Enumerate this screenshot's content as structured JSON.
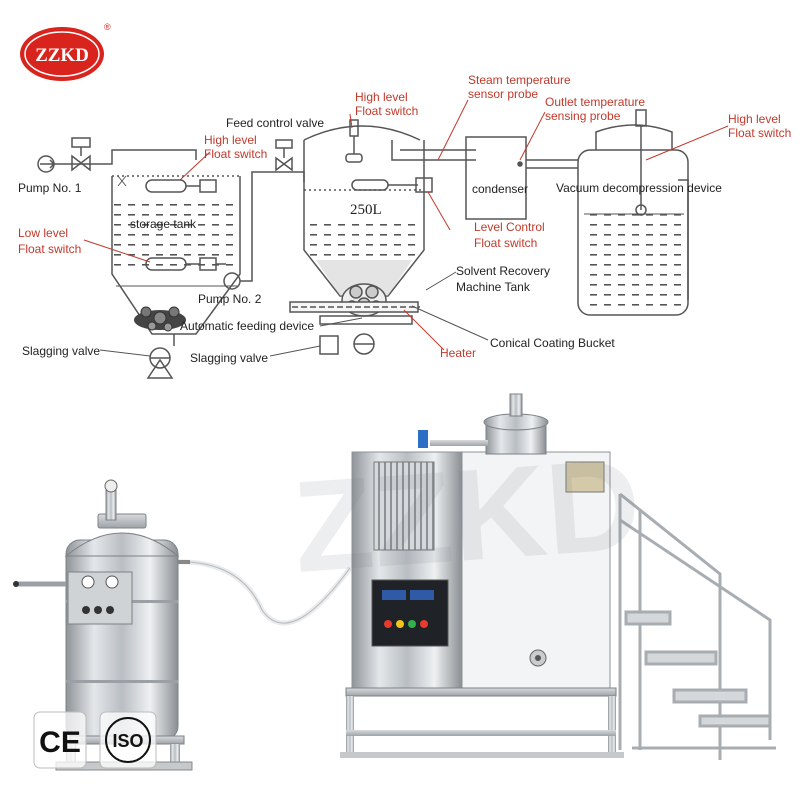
{
  "brand": {
    "logo_text": "ZZKD",
    "registered_mark": "®",
    "watermark": "ZZKD",
    "logo_color": "#d9231d"
  },
  "diagram": {
    "labels": {
      "pump_1": "Pump No. 1",
      "pump_2": "Pump No. 2",
      "high_level_1": [
        "High level",
        "Float switch"
      ],
      "high_level_2": [
        "High level",
        "Float switch"
      ],
      "high_level_3": [
        "High level",
        "Float switch"
      ],
      "feed_control_valve": "Feed control valve",
      "steam_temp_probe": [
        "Steam temperature",
        "sensor probe"
      ],
      "outlet_temp_probe": [
        "Outlet temperature",
        "sensing probe"
      ],
      "storage_tank": "storage tank",
      "tank_volume": "250L",
      "condenser": "condenser",
      "vacuum_device": "Vacuum decompression device",
      "low_level": [
        "Low level",
        "Float switch"
      ],
      "level_control": [
        "Level Control",
        "Float switch"
      ],
      "solvent_recovery_tank": [
        "Solvent Recovery",
        "Machine Tank"
      ],
      "automatic_feeding": "Automatic feeding device",
      "slagging_valve_1": "Slagging valve",
      "slagging_valve_2": "Slagging valve",
      "heater": "Heater",
      "conical_bucket": "Conical Coating Bucket"
    }
  },
  "certifications": {
    "ce": "CE",
    "iso": "ISO"
  }
}
